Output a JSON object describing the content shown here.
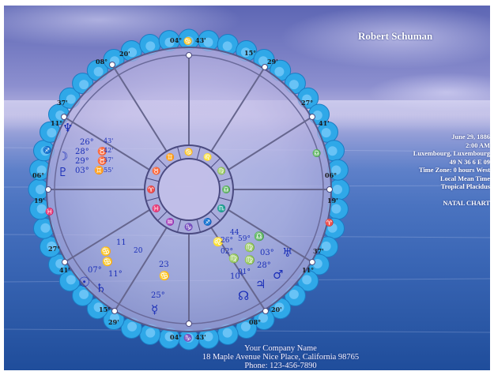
{
  "person": {
    "name": "Robert Schuman"
  },
  "birth": {
    "date": "June 29, 1886",
    "time": "2:00 AM",
    "place": "Luxembourg, Luxembourg",
    "coordinates": "49 N 36   6 E 09",
    "time_zone": "Time Zone: 0 hours West",
    "time_type": "Local Mean Time",
    "house_system": "Tropical Placidus"
  },
  "chart_type": "NATAL CHART",
  "company": {
    "name": "Your Company Name",
    "address": "18 Maple Avenue   Nice Place, California 98765",
    "phone": "Phone: 123-456-7890"
  },
  "cusps": {
    "top_degree": "04°",
    "top_minute": "43'",
    "bottom_degree": "04°",
    "bottom_minute": "43'",
    "left_top": "06°",
    "left_bottom": "19'",
    "right_top": "06°",
    "right_bottom": "19'",
    "upper_left_deg": "08°",
    "upper_left_min": "20'",
    "upper_right_deg": "15°",
    "upper_right_min": "29'",
    "mid_left_deg": "37'",
    "mid_left_min": "11°",
    "mid_right_deg": "27°",
    "mid_right_min": "41'",
    "lower_left_deg": "27°",
    "lower_left_min": "41'",
    "lower_right_deg": "37'",
    "lower_right_min": "11°",
    "bottom_left_deg": "15°",
    "bottom_left_min": "29'",
    "bottom_right_deg": "08°",
    "bottom_right_min": "20'"
  },
  "planets": {
    "left_group": [
      "26°",
      "28°",
      "29°",
      "03°"
    ],
    "left_group_minutes": [
      "43'",
      "42'",
      "37'",
      "55'"
    ],
    "lower_left_group": [
      "11",
      "20",
      "07°",
      "11°"
    ],
    "lower_mid_group": [
      "23",
      "25°"
    ],
    "lower_right_group": [
      "26°",
      "02°",
      "44",
      "59°",
      "03°",
      "28°",
      "10°",
      "01°"
    ]
  },
  "glyphs": {
    "neptune": "♆",
    "moon": "☽",
    "pluto": "♇",
    "taurus": "♉",
    "gemini": "♊",
    "sun": "☉",
    "saturn": "♄",
    "venus": "♀",
    "mercury": "☿",
    "mars": "♂",
    "jupiter": "♃",
    "uranus": "♅",
    "north_node": "☊",
    "leo": "♌",
    "virgo": "♍",
    "libra": "♎",
    "cancer": "♋",
    "aries": "♈",
    "pisces": "♓",
    "aquarius": "♒",
    "capricorn": "♑",
    "sagittarius": "♐",
    "scorpio": "♏"
  },
  "colors": {
    "glyph_blue": "#1b2fb8",
    "scallop": "#2fa8e8",
    "wheel_line": "#5a5a8c"
  }
}
